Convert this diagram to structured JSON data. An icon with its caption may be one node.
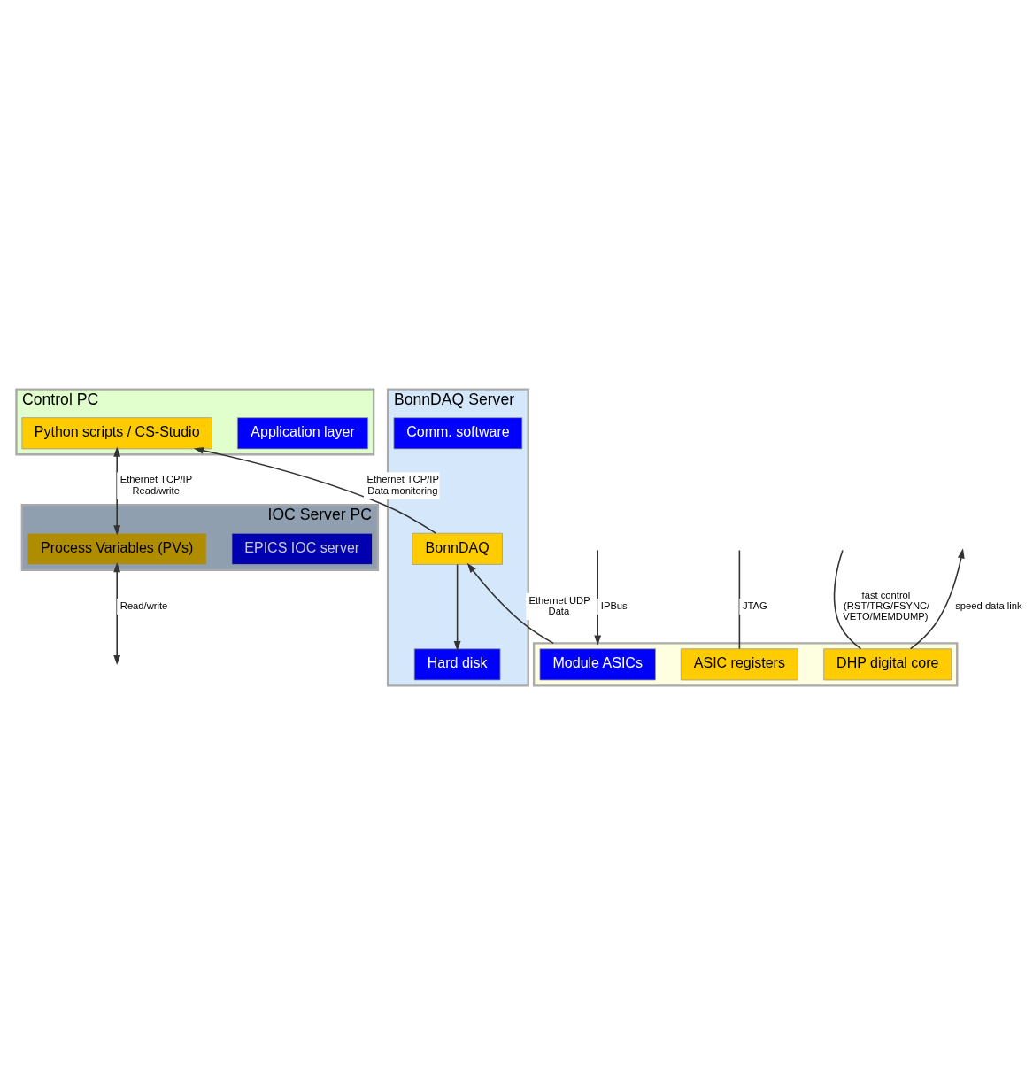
{
  "diagram": {
    "nodes": [
      {
        "text": [
          "Control PC"
        ]
      },
      {
        "text": [
          "Application layer"
        ],
        "in": 0
      },
      {
        "text": [
          "Python scripts / CS-Studio"
        ],
        "in": 0
      },
      {
        "text": [
          "IOC Server PC"
        ]
      },
      {
        "text": [
          "EPICS IOC server"
        ],
        "in": 3
      },
      {
        "text": [
          "Process Variables (PVs)"
        ],
        "in": 3
      },
      {
        "text": [
          "BonnDAQ Server"
        ]
      },
      {
        "text": [
          "Hard disk"
        ],
        "in": 6
      },
      {
        "text": [
          "Comm. software"
        ],
        "in": 6
      },
      {
        "text": [
          "BonnDAQ"
        ],
        "in": 6
      },
      {
        "text": [],
        "shape": "box"
      },
      {
        "text": [
          "Module ASICs"
        ],
        "in": 10
      },
      {
        "text": [
          "ASIC registers"
        ],
        "in": 10
      },
      {
        "text": [
          "DHP digital core"
        ],
        "in": 10
      }
    ],
    "edges": [
      {
        "from": 2,
        "to": 5,
        "arrow": "both",
        "label": "Ethernet TCP/IP Read/write"
      },
      {
        "from": 9,
        "to": 2,
        "arrow": "to",
        "label": "Ethernet TCP/IP Data monitoring"
      },
      {
        "from": 9,
        "to": 7,
        "arrow": "to"
      },
      {
        "from": 5,
        "to": null,
        "arrow": "both",
        "label": "Read/write"
      },
      {
        "from": null,
        "to": 10,
        "arrow": "to",
        "label": "IPBus"
      },
      {
        "from": 10,
        "to": 9,
        "arrow": "to",
        "label": "Ethernet UDP Data"
      },
      {
        "from": null,
        "to": 12,
        "arrow": "none",
        "label": "JTAG"
      },
      {
        "from": null,
        "to": 13,
        "arrow": "none",
        "label": "fast control (RST/TRG/FSYNC/ VETO/MEMDUMP)"
      },
      {
        "from": 13,
        "to": null,
        "arrow": "to",
        "label": "speed data link"
      }
    ]
  }
}
